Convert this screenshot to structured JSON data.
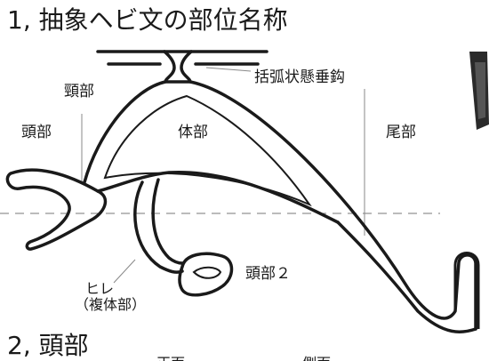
{
  "heading1": "1, 抽象ヘビ文の部位名称",
  "heading2": "2, 頭部",
  "labels": {
    "clip": "括弧状懸垂鈎",
    "neck": "頸部",
    "head_left": "頭部",
    "body": "体部",
    "tail": "尾部",
    "fin_line1": "ヒレ",
    "fin_line2": "（複体部）",
    "head2": "頭部２"
  },
  "subheadings_partial": {
    "front": "正面",
    "side": "側面"
  },
  "colors": {
    "ink": "#1a1a1a",
    "guide": "#777777",
    "background": "#ffffff"
  }
}
